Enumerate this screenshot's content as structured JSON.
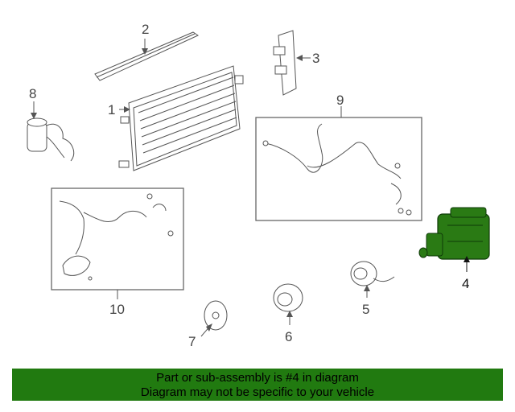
{
  "diagram": {
    "callouts": [
      {
        "id": "1",
        "label": "1"
      },
      {
        "id": "2",
        "label": "2"
      },
      {
        "id": "3",
        "label": "3"
      },
      {
        "id": "4",
        "label": "4"
      },
      {
        "id": "5",
        "label": "5"
      },
      {
        "id": "6",
        "label": "6"
      },
      {
        "id": "7",
        "label": "7"
      },
      {
        "id": "8",
        "label": "8"
      },
      {
        "id": "9",
        "label": "9"
      },
      {
        "id": "10",
        "label": "10"
      }
    ],
    "highlight_part": "4",
    "highlight_color": "#2a7a14"
  },
  "banner": {
    "line1": "Part or sub-assembly is #4 in diagram",
    "line2": "Diagram may not be specific to your vehicle",
    "color": "#217a10"
  }
}
